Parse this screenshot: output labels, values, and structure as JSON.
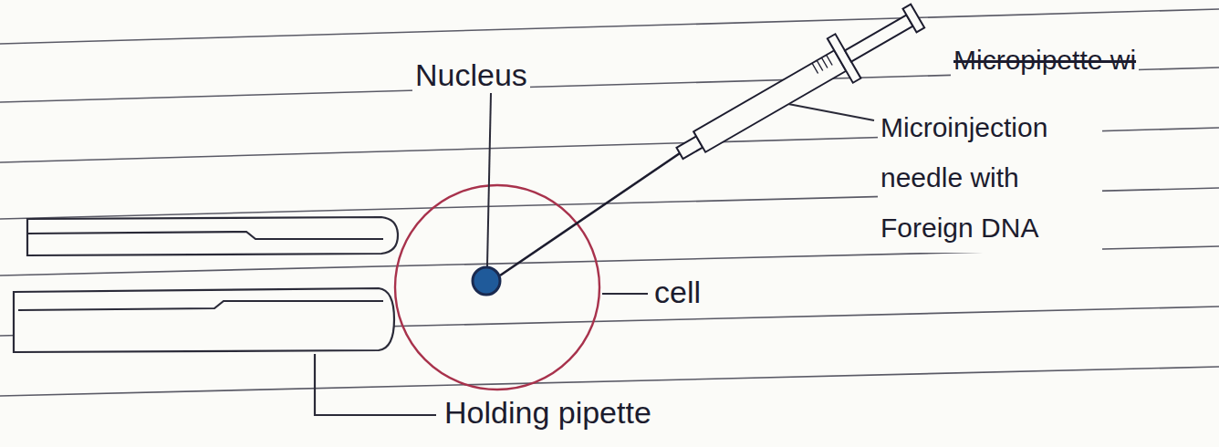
{
  "diagram": {
    "labels": [
      "Nucleus",
      "Micropipette wi",
      "Microinjection needle with Foreign DNA",
      "cell",
      "Holding pipette"
    ]
  }
}
